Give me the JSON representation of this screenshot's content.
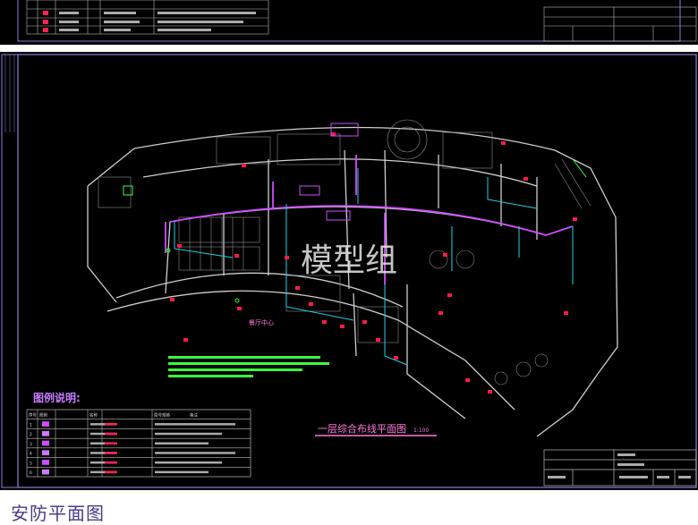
{
  "plan": {
    "watermark": "模型组",
    "legend_title": "图例说明:",
    "plan_title": "一层综合布线平面图",
    "plan_scale": "1:100",
    "caption": "安防平面图",
    "room_labels": [
      "餐厅中心"
    ],
    "legend_headers": [
      "序号",
      "图例",
      "名称",
      "型号规格",
      "备注"
    ],
    "legend_rows": [
      {
        "no": "1"
      },
      {
        "no": "2"
      },
      {
        "no": "3"
      },
      {
        "no": "4"
      },
      {
        "no": "5"
      },
      {
        "no": "6"
      }
    ]
  },
  "colors": {
    "background": "#000000",
    "frame": "#8a7fd8",
    "trunk_line": "#d04cff",
    "branch_line": "#22d3e6",
    "device": "#ff1a4a",
    "wall": "#cfcfcf",
    "note_text": "#3cff3c",
    "legend_title": "#c77dff",
    "title_text": "#ff7ad9",
    "caption": "#4a3b8a"
  }
}
